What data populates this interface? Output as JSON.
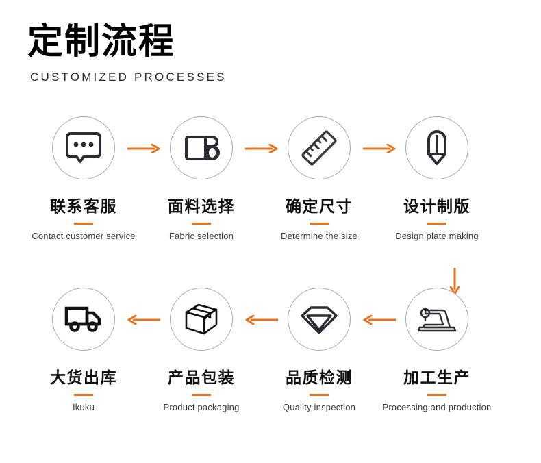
{
  "header": {
    "title_cn": "定制流程",
    "title_en": "CUSTOMIZED PROCESSES"
  },
  "theme": {
    "accent": "#e8731c",
    "ink": "#231f20",
    "circle_stroke": "#a9a9a9",
    "background": "#ffffff"
  },
  "flow": {
    "rows": [
      {
        "direction": "left-to-right",
        "steps": [
          {
            "icon": "chat-bubble-icon",
            "label_cn": "联系客服",
            "label_en": "Contact customer service"
          },
          {
            "icon": "fabric-roll-icon",
            "label_cn": "面料选择",
            "label_en": "Fabric selection"
          },
          {
            "icon": "ruler-icon",
            "label_cn": "确定尺寸",
            "label_en": "Determine the size"
          },
          {
            "icon": "pencil-icon",
            "label_cn": "设计制版",
            "label_en": "Design plate making"
          }
        ]
      },
      {
        "direction": "right-to-left",
        "steps": [
          {
            "icon": "truck-icon",
            "label_cn": "大货出库",
            "label_en": "Ikuku"
          },
          {
            "icon": "package-box-icon",
            "label_cn": "产品包装",
            "label_en": "Product packaging"
          },
          {
            "icon": "diamond-icon",
            "label_cn": "品质检测",
            "label_en": "Quality inspection"
          },
          {
            "icon": "sewing-machine-icon",
            "label_cn": "加工生产",
            "label_en": "Processing and production"
          }
        ]
      }
    ],
    "connectors": {
      "right_arrow": "arrow-right-icon",
      "left_arrow": "arrow-left-icon",
      "down_arrow": "arrow-down-icon"
    }
  }
}
